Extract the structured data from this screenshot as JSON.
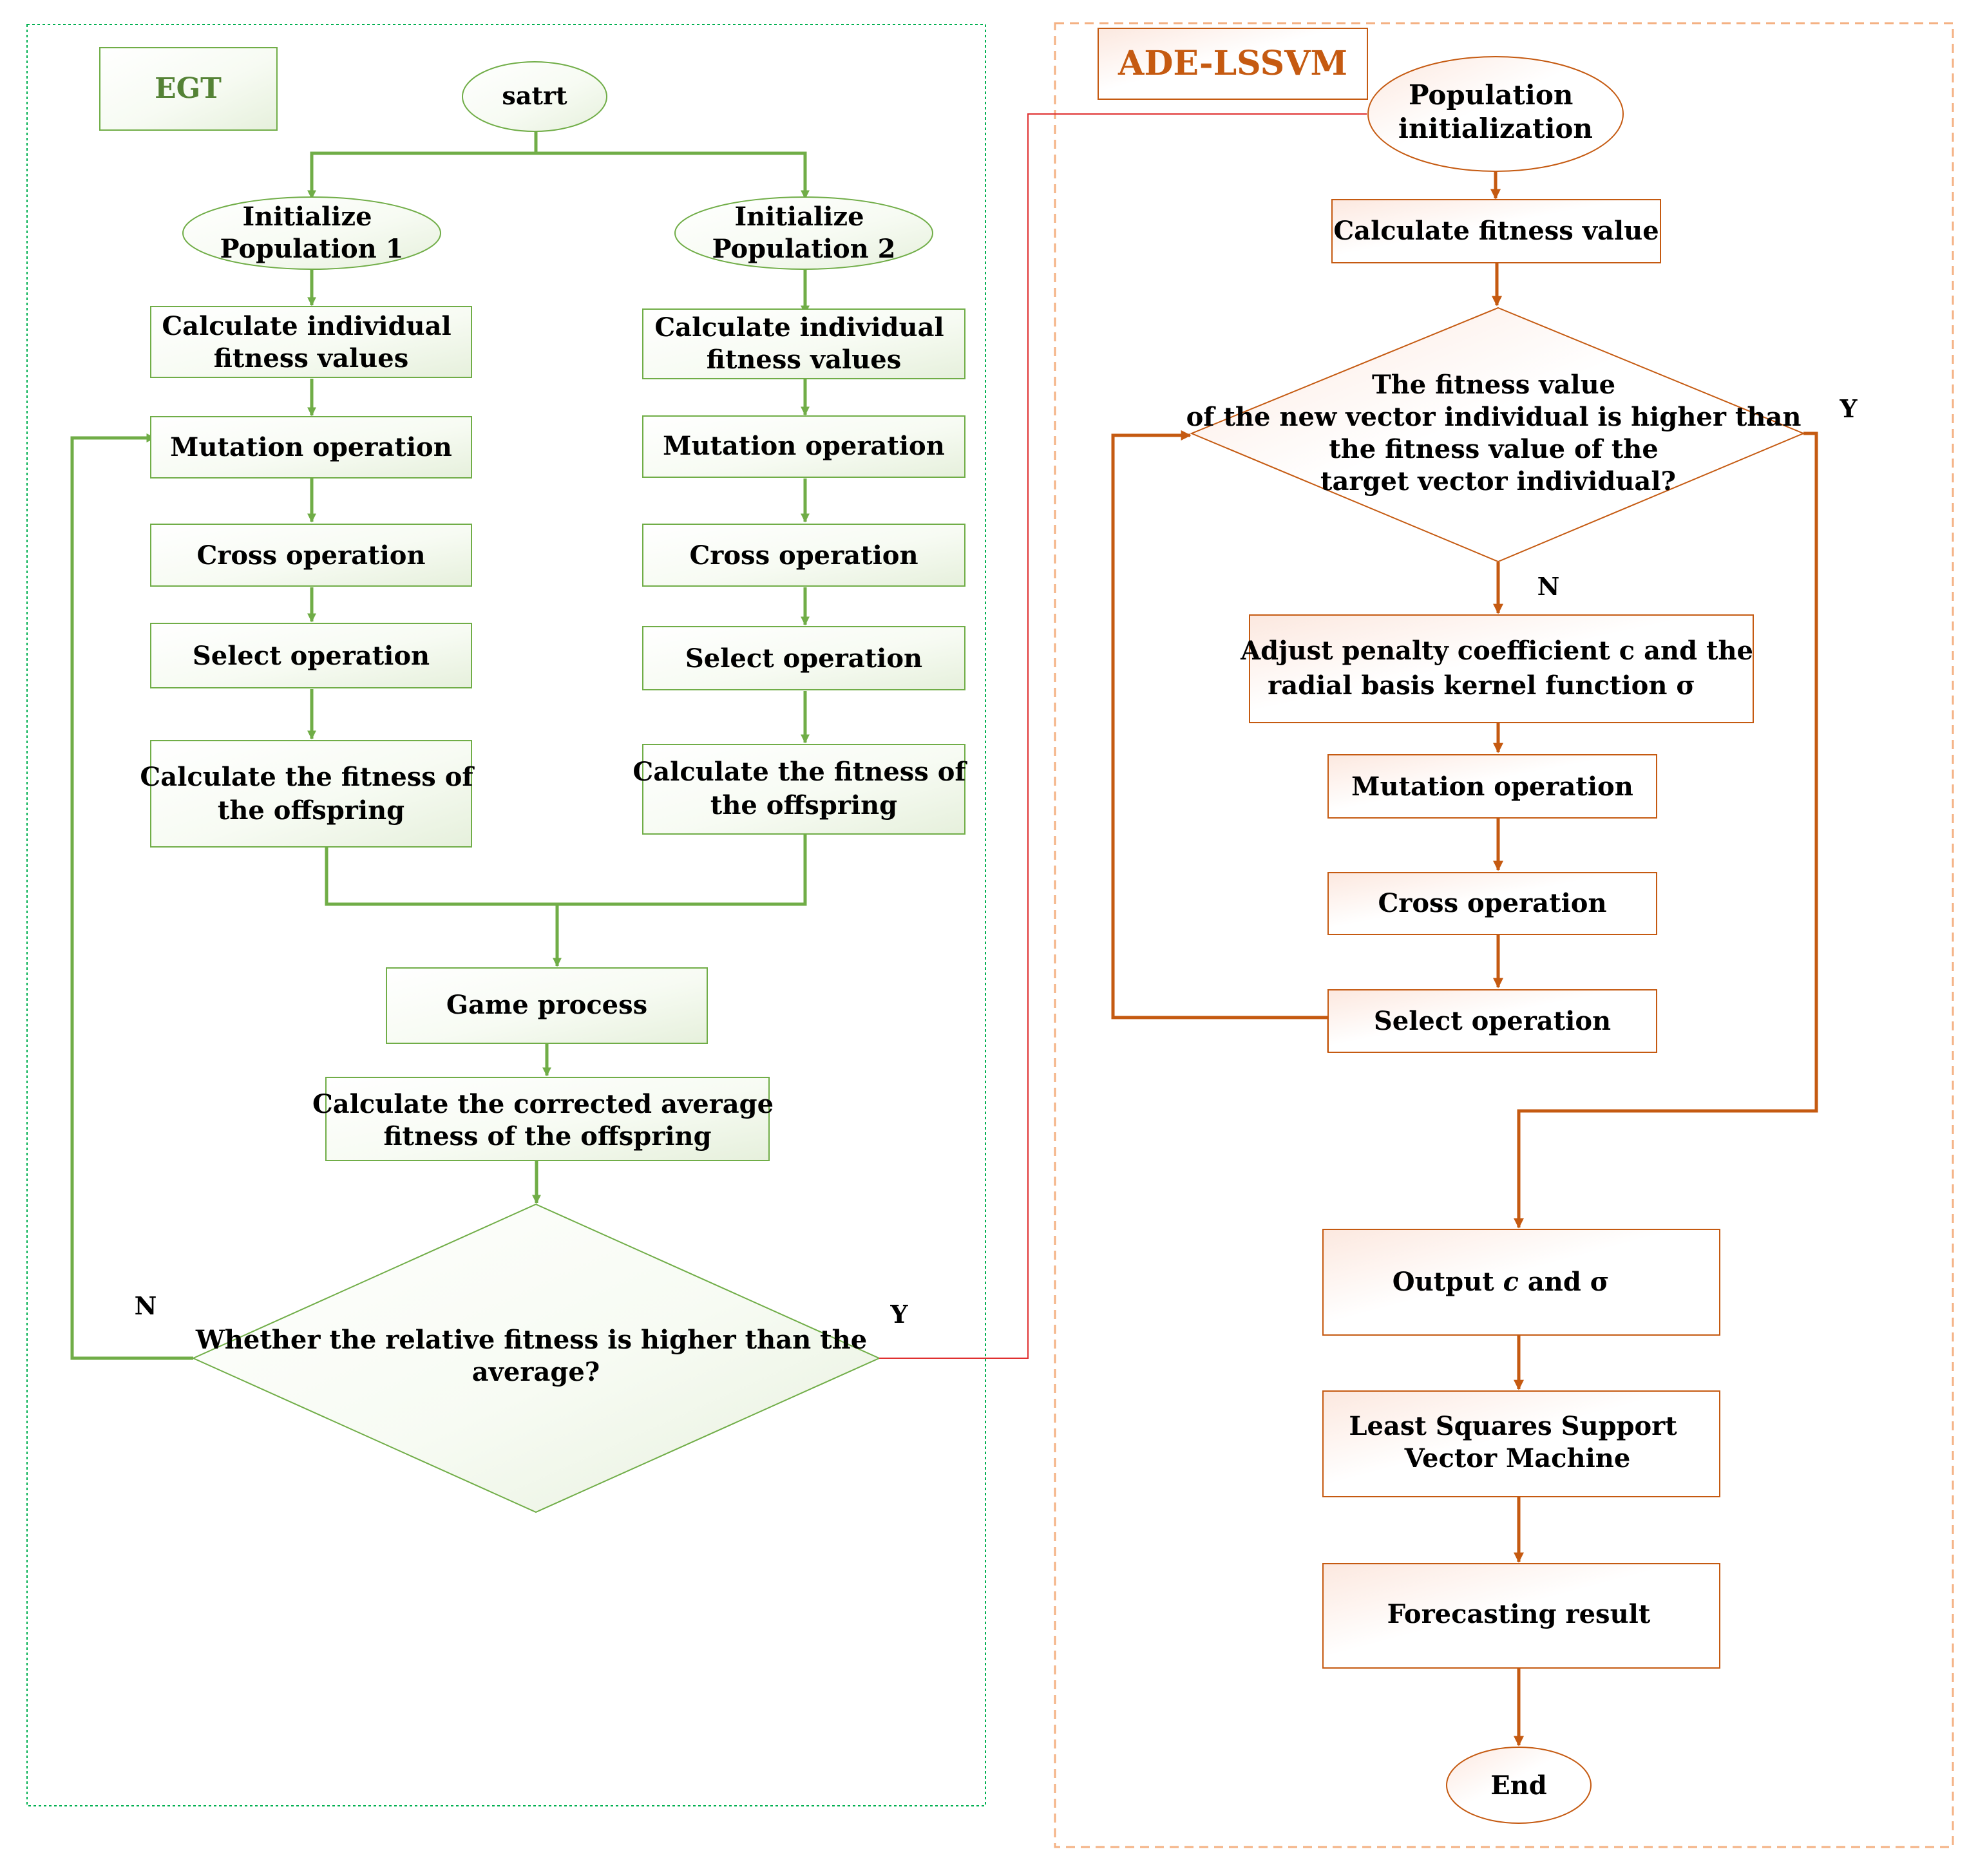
{
  "colors": {
    "green_stroke": "#70AD47",
    "green_frame": "#00B050",
    "orange_stroke": "#C55A11",
    "orange_frame": "#F4B183",
    "link_red": "#E03030",
    "text": "#000000",
    "egt_title": "#548235",
    "ade_title": "#C55A11"
  },
  "egt": {
    "label": "EGT",
    "start": "satrt",
    "init1": [
      "Initialize",
      "Population 1"
    ],
    "init2": [
      "Initialize",
      "Population 2"
    ],
    "calc_fitness_1": [
      "Calculate individual",
      "fitness values"
    ],
    "calc_fitness_2": [
      "Calculate individual",
      "fitness values"
    ],
    "mutation_1": "Mutation operation",
    "mutation_2": "Mutation operation",
    "cross_1": "Cross operation",
    "cross_2": "Cross operation",
    "select_1": "Select operation",
    "select_2": "Select operation",
    "offspring_1": [
      "Calculate the fitness of",
      "the offspring"
    ],
    "offspring_2": [
      "Calculate the fitness of",
      "the offspring"
    ],
    "game": "Game process",
    "corrected": [
      "Calculate the corrected average",
      "fitness of the offspring"
    ],
    "decision": [
      "Whether the relative fitness is higher than the",
      "average?"
    ],
    "no_label": "N",
    "yes_label": "Y"
  },
  "ade": {
    "label": "ADE-LSSVM",
    "init": [
      "Population",
      "initialization"
    ],
    "calc_fitness": "Calculate fitness value",
    "decision": [
      "The fitness value",
      "of the new vector individual is higher than",
      "the fitness value of the",
      "target vector individual?"
    ],
    "yes_label": "Y",
    "no_label": "N",
    "adjust": [
      "Adjust penalty coefficient c and the",
      "radial basis kernel function  σ"
    ],
    "mutation": "Mutation operation",
    "cross": "Cross operation",
    "select": "Select operation",
    "output_prefix": "Output ",
    "output_c": "c",
    "output_suffix": " and  σ",
    "lssvm": [
      "Least Squares Support",
      "Vector Machine"
    ],
    "forecast": "Forecasting result",
    "end": "End"
  }
}
